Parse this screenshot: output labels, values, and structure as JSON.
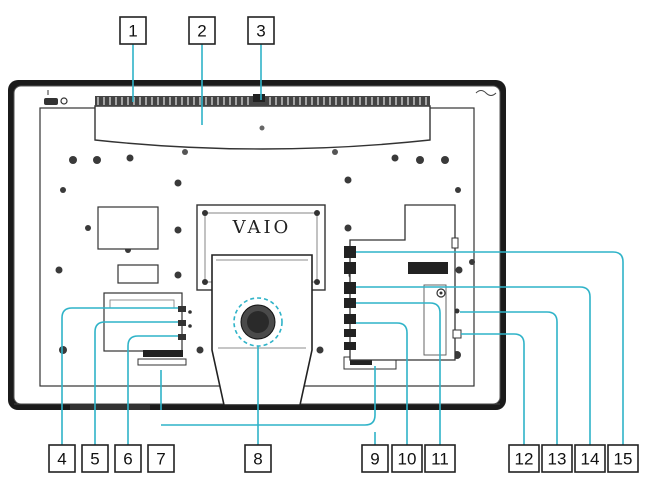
{
  "diagram": {
    "logo_text": "VAIO",
    "top_callouts": [
      "1",
      "2",
      "3"
    ],
    "bottom_callouts": [
      "4",
      "5",
      "6",
      "7",
      "8",
      "9",
      "10",
      "11",
      "12",
      "13",
      "14",
      "15"
    ]
  },
  "colors": {
    "leader": "#2fb3c8",
    "frame": "#1a1a1a",
    "panel": "#ffffff",
    "line": "#222222"
  }
}
